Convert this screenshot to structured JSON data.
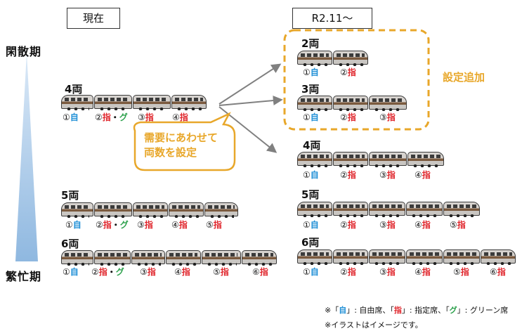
{
  "headers": {
    "current": "現在",
    "future": "R2.11〜"
  },
  "axis": {
    "top": "閑散期",
    "bottom": "繁忙期"
  },
  "counts": {
    "cur4": "4両",
    "cur5": "5両",
    "cur6": "6両",
    "new2": "2両",
    "new3": "3両",
    "new4": "4両",
    "new5": "5両",
    "new6": "6両"
  },
  "seat_labels": {
    "n1": "①",
    "n2": "②",
    "n3": "③",
    "n4": "④",
    "n5": "⑤",
    "n6": "⑥",
    "jiyu": "自",
    "shitei": "指",
    "dot": "・",
    "green": "グ"
  },
  "callout": {
    "line1": "需要にあわせて",
    "line2": "両数を設定"
  },
  "added_label": "設定追加",
  "notes": {
    "line1_prefix": "※「",
    "line1_jiyu": "自",
    "line1_mid1": "」: 自由席、「",
    "line1_shitei": "指",
    "line1_mid2": "」: 指定席、「",
    "line1_green": "グ",
    "line1_suffix": "」: グリーン席",
    "line2": "※イラストはイメージです。"
  },
  "colors": {
    "jiyu": "#1f8fd6",
    "shitei": "#e0262c",
    "green": "#2aa04a",
    "accent_orange": "#e8a72a",
    "axis_blue": "#9cc3e6",
    "arrow_gray": "#808080"
  }
}
